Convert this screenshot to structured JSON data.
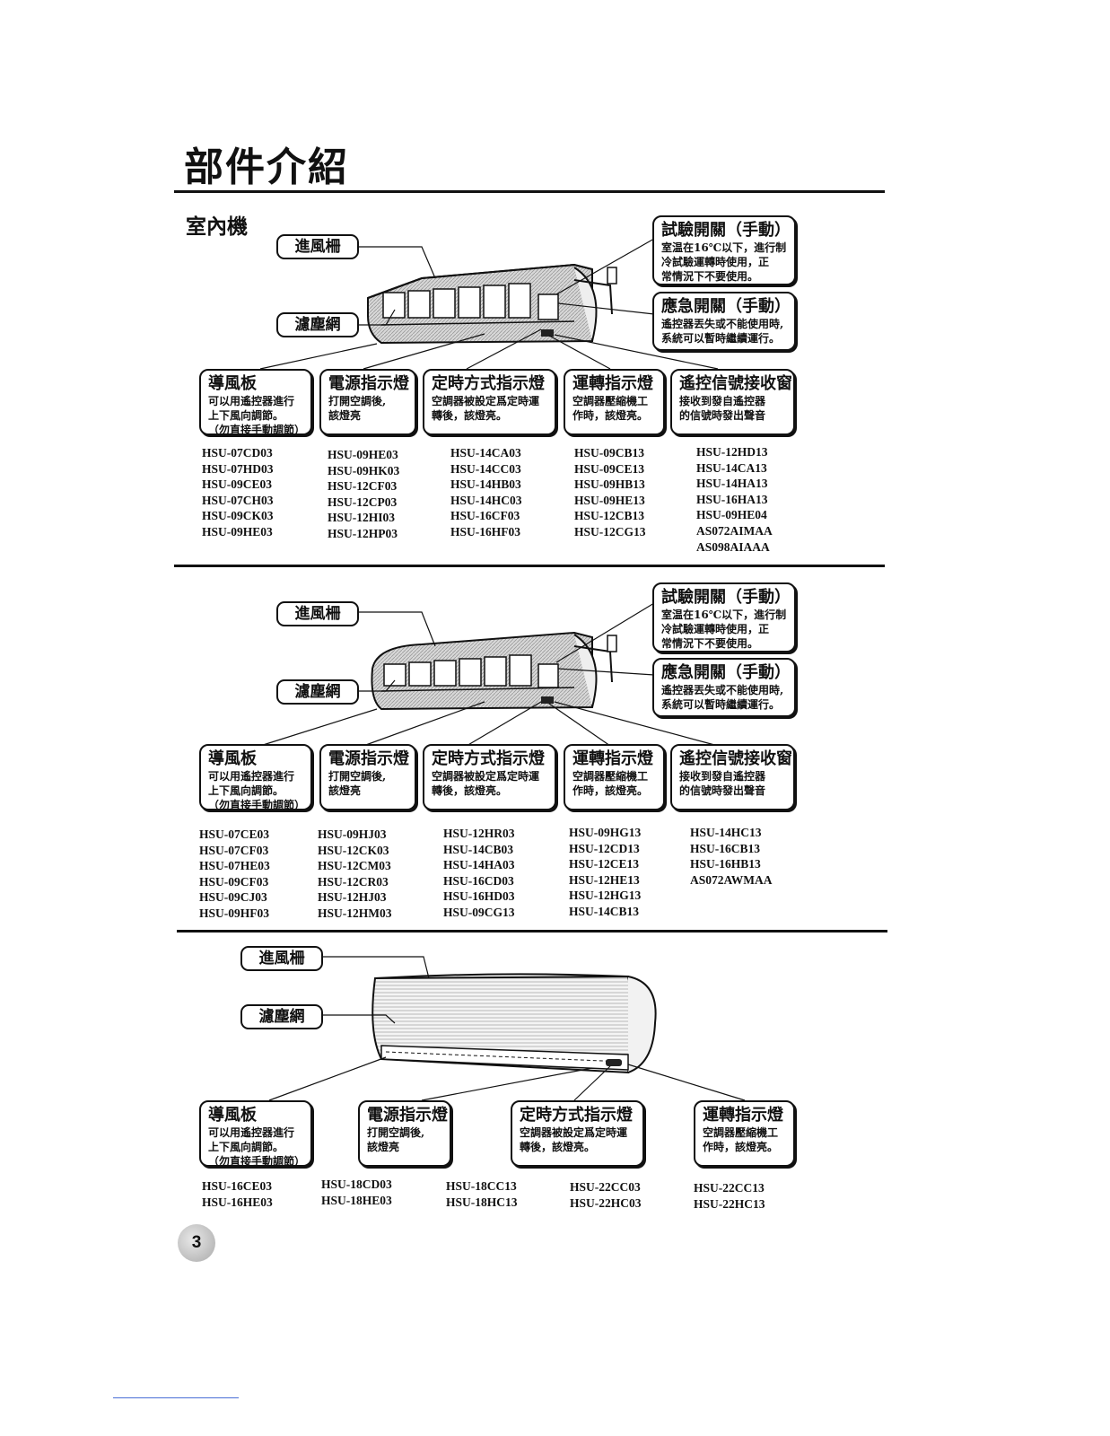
{
  "page_title": "部件介紹",
  "section_title": "室內機",
  "page_number": "3",
  "labels": {
    "grille": "進風柵",
    "filter": "濾塵網"
  },
  "callouts": {
    "test_switch": {
      "title": "試驗開關（手動）",
      "desc": "室温在16℃以下，進行制\n冷試驗運轉時使用，正\n常情況下不要使用。"
    },
    "emergency_switch": {
      "title": "應急開關（手動）",
      "desc": "遙控器丟失或不能使用時,\n系統可以暫時繼續運行。"
    },
    "louver": {
      "title": "導風板",
      "desc": "可以用遙控器進行\n上下風向調節。\n（勿直接手動調節）"
    },
    "power_light": {
      "title": "電源指示燈",
      "desc": "打開空調後,\n該燈亮"
    },
    "timer_light": {
      "title": "定時方式指示燈",
      "desc": "空調器被設定爲定時運\n轉後，該燈亮。"
    },
    "run_light": {
      "title": "運轉指示燈",
      "desc": "空調器壓縮機工\n作時，該燈亮。"
    },
    "receiver": {
      "title": "遙控信號接收窗",
      "desc": "接收到發自遙控器\n的信號時發出聲音"
    }
  },
  "section1_models": [
    [
      "HSU-07CD03",
      "HSU-07HD03",
      "HSU-09CE03",
      "HSU-07CH03",
      "HSU-09CK03",
      "HSU-09HE03"
    ],
    [
      "HSU-09HE03",
      "HSU-09HK03",
      "HSU-12CF03",
      "HSU-12CP03",
      "HSU-12HI03",
      "HSU-12HP03"
    ],
    [
      "HSU-14CA03",
      "HSU-14CC03",
      "HSU-14HB03",
      "HSU-14HC03",
      "HSU-16CF03",
      "HSU-16HF03"
    ],
    [
      "HSU-09CB13",
      "HSU-09CE13",
      "HSU-09HB13",
      "HSU-09HE13",
      "HSU-12CB13",
      "HSU-12CG13"
    ],
    [
      "HSU-12HD13",
      "HSU-14CA13",
      "HSU-14HA13",
      "HSU-16HA13",
      "HSU-09HE04",
      "AS072AIMAA",
      "AS098AIAAA"
    ]
  ],
  "section2_models": [
    [
      "HSU-07CE03",
      "HSU-07CF03",
      "HSU-07HE03",
      "HSU-09CF03",
      "HSU-09CJ03",
      "HSU-09HF03"
    ],
    [
      "HSU-09HJ03",
      "HSU-12CK03",
      "HSU-12CM03",
      "HSU-12CR03",
      "HSU-12HJ03",
      "HSU-12HM03"
    ],
    [
      "HSU-12HR03",
      "HSU-14CB03",
      "HSU-14HA03",
      "HSU-16CD03",
      "HSU-16HD03",
      "HSU-09CG13"
    ],
    [
      "HSU-09HG13",
      "HSU-12CD13",
      "HSU-12CE13",
      "HSU-12HE13",
      "HSU-12HG13",
      "HSU-14CB13"
    ],
    [
      "HSU-14HC13",
      "HSU-16CB13",
      "HSU-16HB13",
      "AS072AWMAA"
    ]
  ],
  "section3_models": [
    [
      "HSU-16CE03",
      "HSU-16HE03"
    ],
    [
      "HSU-18CD03",
      "HSU-18HE03"
    ],
    [
      "HSU-18CC13",
      "HSU-18HC13"
    ],
    [
      "HSU-22CC03",
      "HSU-22HC03"
    ],
    [
      "HSU-22CC13",
      "HSU-22HC13"
    ]
  ]
}
